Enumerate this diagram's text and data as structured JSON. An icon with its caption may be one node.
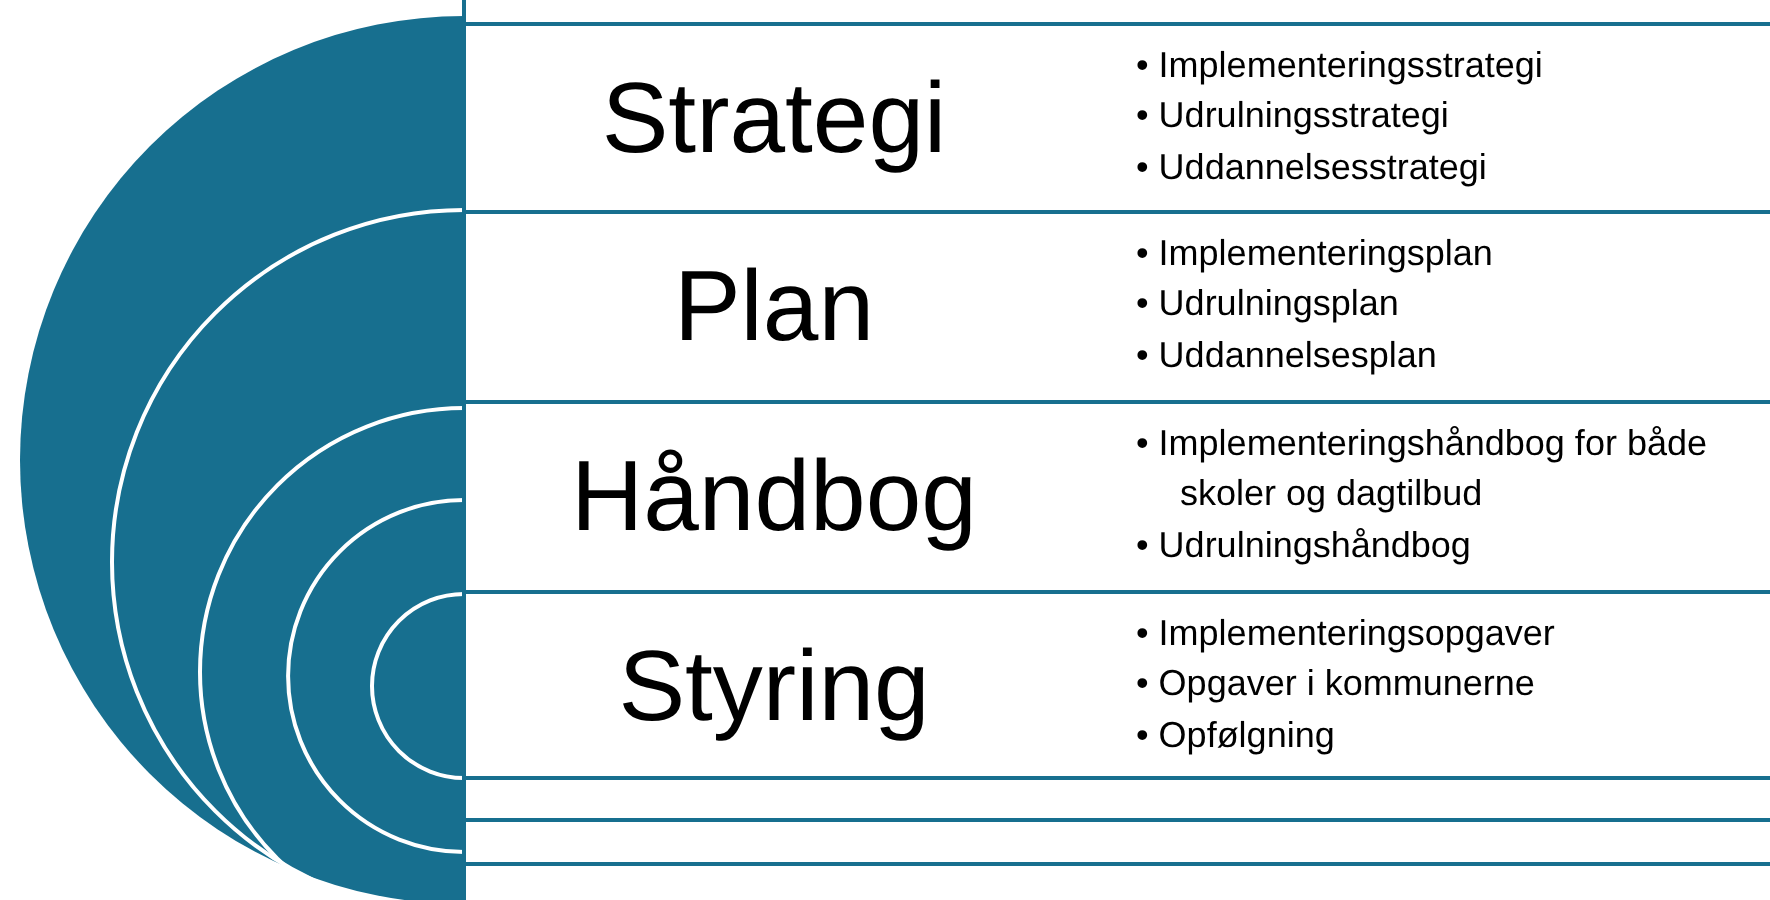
{
  "diagram": {
    "nodes": [
      {
        "text": [
          "Strategi",
          "• Implementeringsstrategi",
          "• Udrulningsstrategi",
          "• Uddannelsesstrategi"
        ]
      },
      {
        "text": [
          "Plan",
          "• Implementeringsplan",
          "• Udrulningsplan",
          "• Uddannelsesplan"
        ]
      },
      {
        "text": [
          "Håndbog",
          "• Implementeringshåndbog for både skoler og dagtilbud",
          "• Udrulningshåndbog"
        ]
      },
      {
        "text": [
          "Styring",
          "• Implementeringsopgaver",
          "• Opgaver i kommunerne",
          "• Opfølgning"
        ]
      }
    ]
  }
}
